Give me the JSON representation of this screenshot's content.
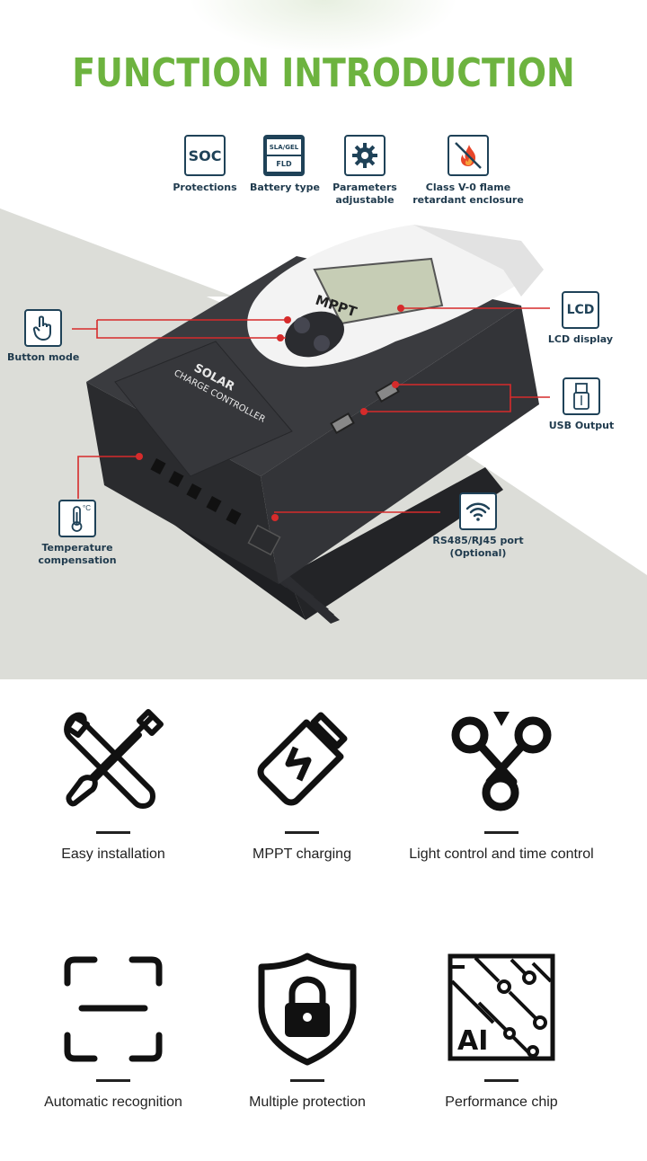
{
  "title": "FUNCTION INTRODUCTION",
  "top_features": [
    {
      "label": "Protections",
      "icon": "soc-icon",
      "icon_text": "SOC"
    },
    {
      "label": "Battery type",
      "icon": "battery-type-icon",
      "icon_text_1": "SLA/GEL",
      "icon_text_2": "FLD"
    },
    {
      "label_1": "Parameters",
      "label_2": "adjustable",
      "icon": "gear-icon"
    },
    {
      "label_1": "Class V-0 flame",
      "label_2": "retardant enclosure",
      "icon": "flame-retardant-icon"
    }
  ],
  "device": {
    "screen_label": "MPPT",
    "brand_1": "SOLAR",
    "brand_2": "CHARGE CONTROLLER"
  },
  "callouts": {
    "button_mode": "Button mode",
    "lcd_icon_text": "LCD",
    "lcd_display": "LCD display",
    "usb_output": "USB Output",
    "temperature_1": "Temperature",
    "temperature_2": "compensation",
    "rs485_1": "RS485/RJ45 port",
    "rs485_2": "(Optional)",
    "temp_unit": "°C"
  },
  "grid_features": [
    {
      "label": "Easy installation",
      "icon": "tools-icon"
    },
    {
      "label": "MPPT charging",
      "icon": "battery-charging-icon"
    },
    {
      "label": "Light control and time control",
      "icon": "light-time-control-icon"
    },
    {
      "label": "Automatic recognition",
      "icon": "scan-frame-icon"
    },
    {
      "label": "Multiple protection",
      "icon": "shield-lock-icon"
    },
    {
      "label": "Performance chip",
      "icon": "ai-chip-icon",
      "icon_text": "AI"
    }
  ],
  "colors": {
    "title_green": "#6db33f",
    "icon_navy": "#1f4258",
    "callout_red": "#d62b2b",
    "bg_gray": "#dcddd8"
  }
}
